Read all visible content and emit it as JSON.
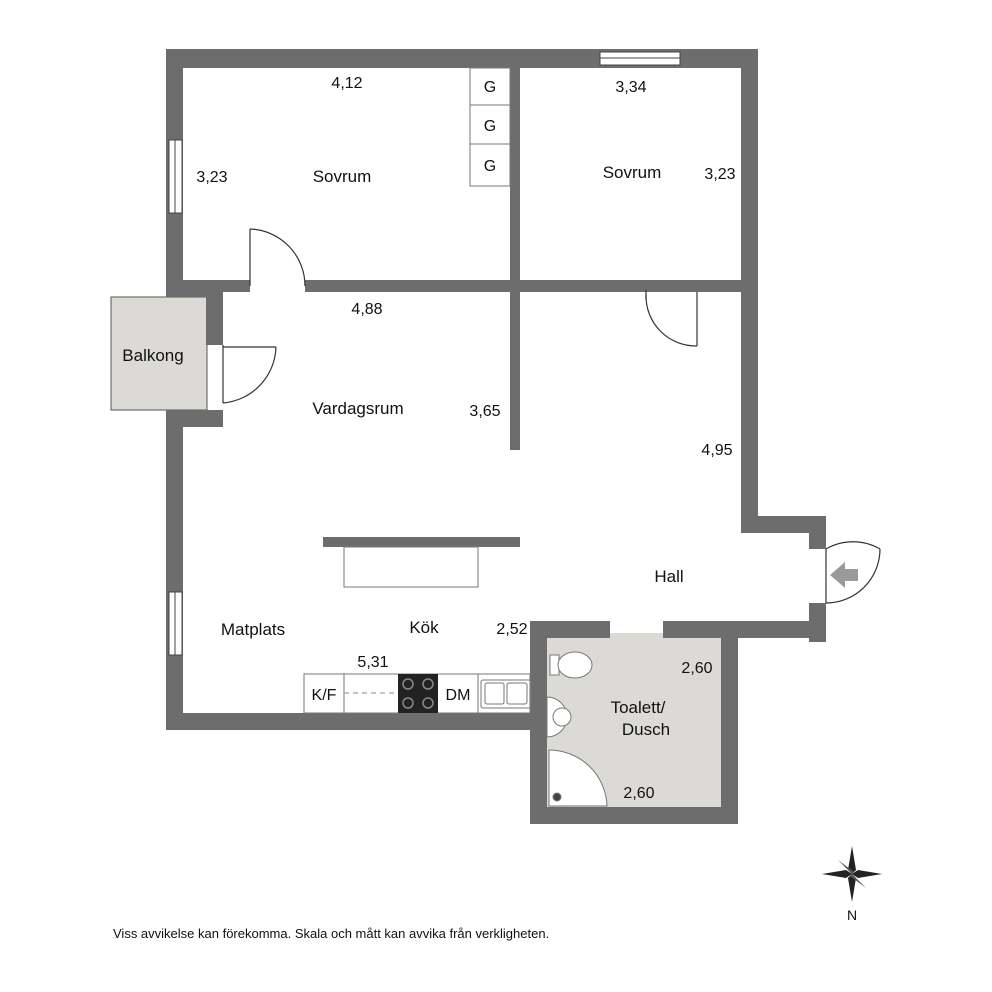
{
  "rooms": {
    "bedroom_1": "Sovrum",
    "bedroom_2": "Sovrum",
    "balcony": "Balkong",
    "living_room": "Vardagsrum",
    "hall": "Hall",
    "dining": "Matplats",
    "kitchen": "Kök",
    "bathroom_line1": "Toalett/",
    "bathroom_line2": "Dusch"
  },
  "dimensions": {
    "bedroom_1_width": "4,12",
    "bedroom_1_depth": "3,23",
    "bedroom_2_width": "3,34",
    "bedroom_2_depth": "3,23",
    "living_width": "4,88",
    "living_depth": "3,65",
    "hall_depth": "4,95",
    "kitchen_depth": "2,52",
    "kitchen_width": "5,31",
    "bath_width": "2,60",
    "bath_depth": "2,60"
  },
  "fixtures": {
    "wardrobe_1": "G",
    "wardrobe_2": "G",
    "wardrobe_3": "G",
    "fridge_freezer": "K/F",
    "dishwasher": "DM"
  },
  "compass": {
    "north": "N"
  },
  "colors": {
    "wall": "#6d6d6d",
    "bath_floor": "#dcdad6",
    "balcony_floor": "#dcdad6"
  },
  "disclaimer": "Viss avvikelse kan förekomma. Skala och mått kan avvika från verkligheten."
}
